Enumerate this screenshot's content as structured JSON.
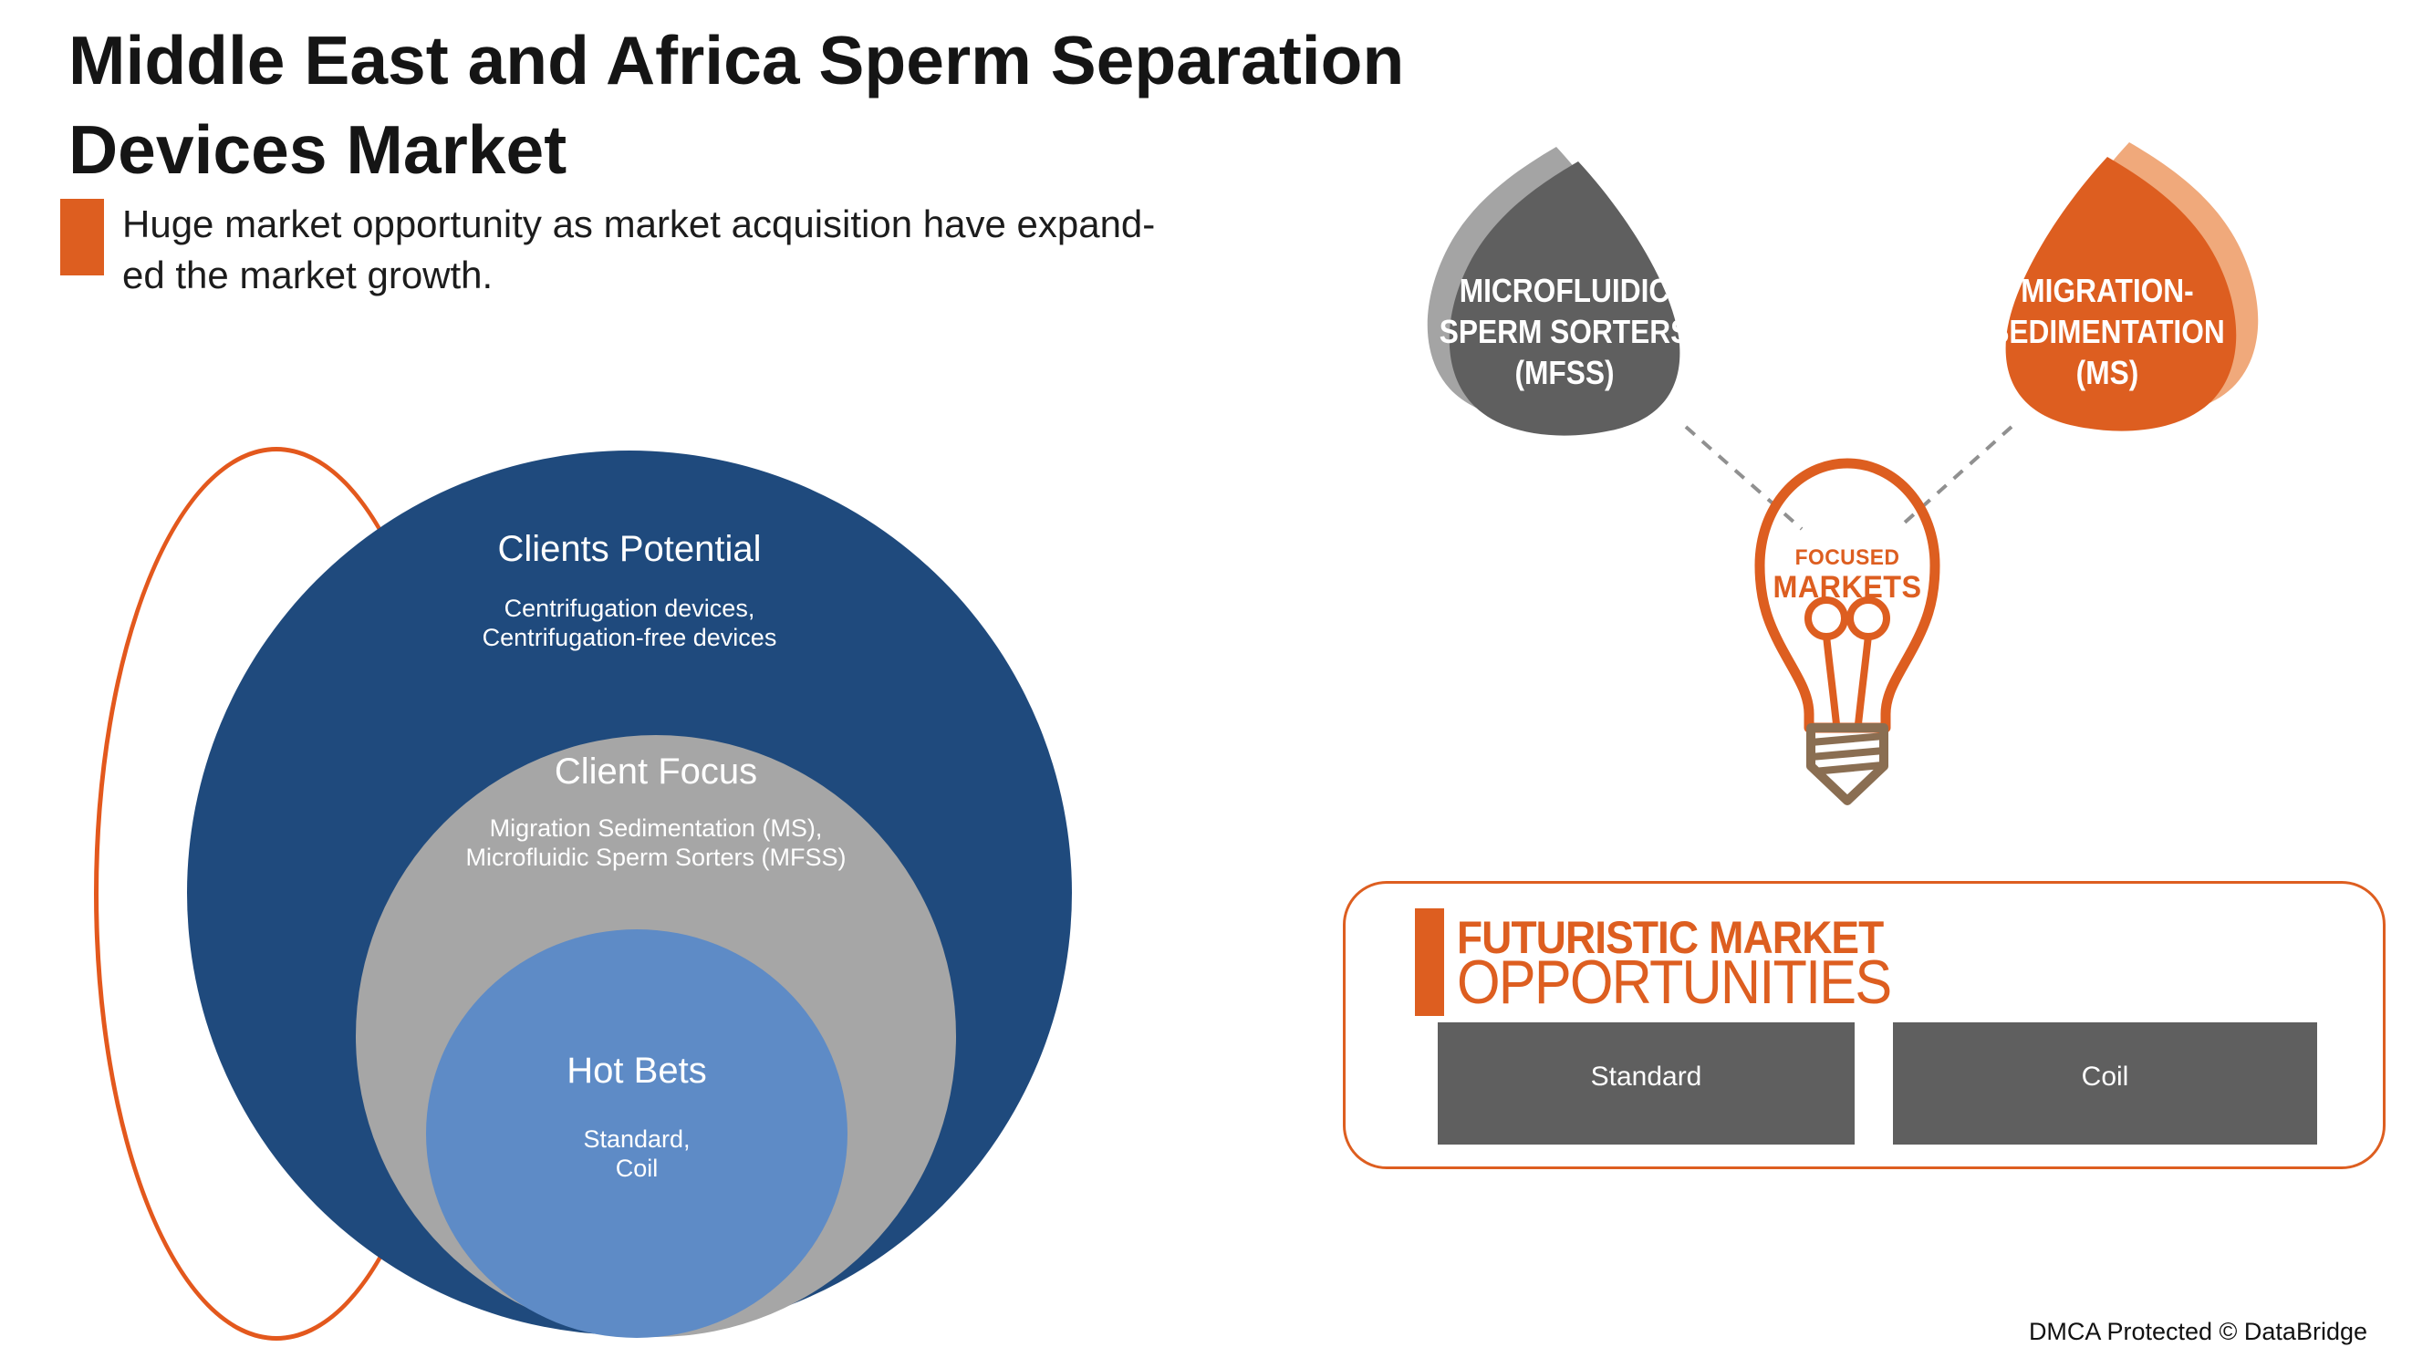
{
  "header": {
    "title_line1": "Middle East and Africa Sperm Separation",
    "title_line2": "Devices Market",
    "subtitle_line1": "Huge market opportunity as market acquisition have expand-",
    "subtitle_line2": "ed the market growth."
  },
  "venn": {
    "rings": [
      {
        "label": "Clients Potential",
        "detail": "Centrifugation devices,\nCentrifugation-free devices"
      },
      {
        "label": "Client Focus",
        "detail": "Migration Sedimentation (MS),\nMicrofluidic Sperm Sorters (MFSS)"
      },
      {
        "label": "Hot Bets",
        "detail": "Standard,\nCoil"
      }
    ]
  },
  "nodes": {
    "left_blob": {
      "label": "MICROFLUIDIC\nSPERM SORTERS\n(MFSS)"
    },
    "right_blob": {
      "label": "MIGRATION-\nSEDIMENTATION\n(MS)"
    },
    "bulb": {
      "line1": "FOCUSED",
      "line2": "MARKETS"
    }
  },
  "opportunities": {
    "heading_line1": "FUTURISTIC MARKET",
    "heading_line2": "OPPORTUNITIES",
    "items": [
      {
        "label": "Standard"
      },
      {
        "label": "Coil"
      }
    ]
  },
  "footer": {
    "text": "DMCA Protected © DataBridge"
  },
  "colors": {
    "accent_orange": "#DD5E20",
    "accent_orange_light": "#F0A97B",
    "navy": "#1F4A7D",
    "mid_gray": "#A6A6A6",
    "steel_blue": "#5E8BC6",
    "dark_gray": "#5F5F5F",
    "shadow_gray": "#A4A4A4",
    "bulb_base_brown": "#8A6E52",
    "dash_gray": "#909090"
  }
}
